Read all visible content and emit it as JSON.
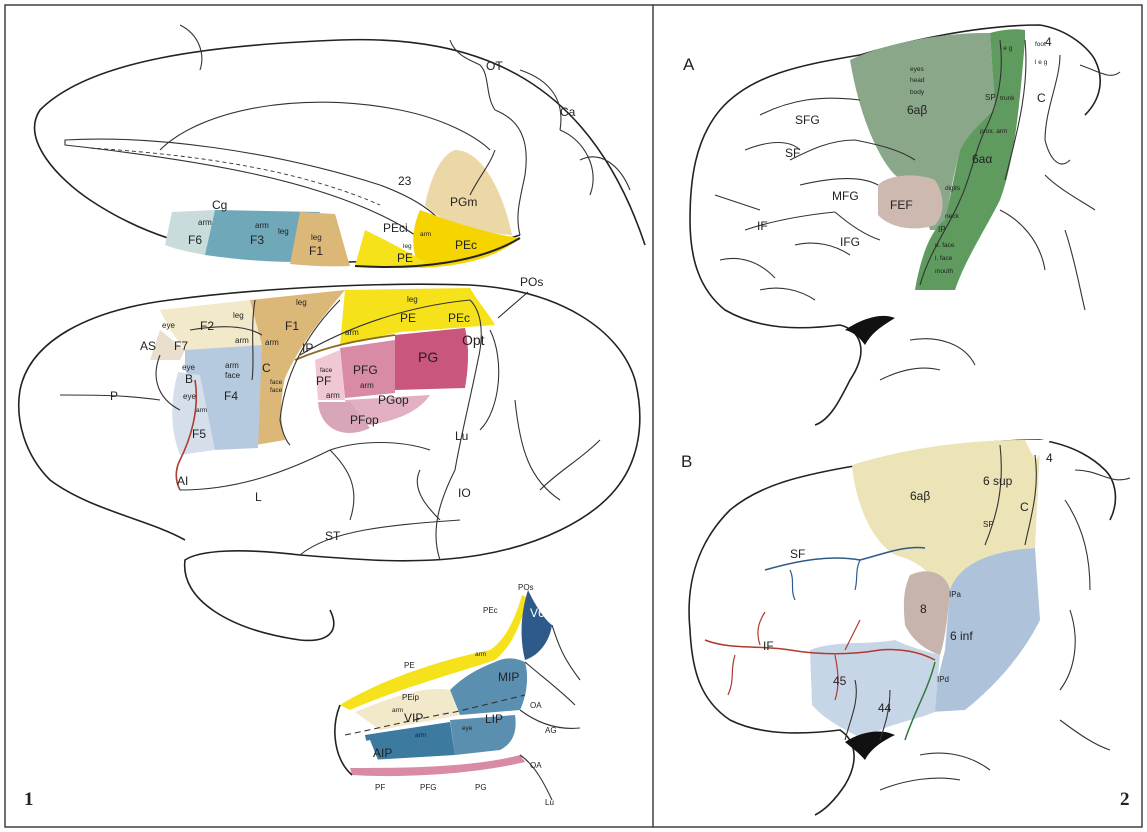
{
  "panels": {
    "left_number": "1",
    "right_number": "2",
    "right_a": "A",
    "right_b": "B"
  },
  "colors": {
    "premotor_dorsal": "#f1e9c9",
    "premotor_ventral": "#b5c9df",
    "motor": "#dcb878",
    "f3": "#6fa8b8",
    "f6": "#c9dcdc",
    "parietal_superior": "#f5e21a",
    "parietal_inferior": "#c9567c",
    "pgm": "#ecd7a7",
    "human_motor_green": "#5f9a5f",
    "human_premotor_grey_green": "#8aa789",
    "fef": "#cdb9b0",
    "area8": "#c7b5ad",
    "area_6sup": "#ece3b7",
    "area_6inf": "#aec3da",
    "area_45_44": "#c7d6e6",
    "vessel_red": "#b03a2e",
    "vessel_blue": "#2e5a8a",
    "vessel_green": "#2e7a3a"
  },
  "medial": {
    "labels": [
      "OT",
      "Ca",
      "23",
      "Cg",
      "PGm",
      "F6",
      "F3",
      "F1",
      "PEci",
      "PEc",
      "PE"
    ],
    "small": [
      "arm",
      "arm",
      "leg",
      "leg",
      "arm",
      "leg"
    ]
  },
  "lateral": {
    "labels": [
      "POs",
      "AS",
      "F7",
      "F2",
      "F1",
      "C",
      "IP",
      "PE",
      "PEc",
      "PG",
      "Opt",
      "PFG",
      "PF",
      "PGop",
      "PFop",
      "F4",
      "F5",
      "P",
      "AI",
      "Lu",
      "L",
      "IO",
      "ST"
    ],
    "small": [
      "leg",
      "leg",
      "arm",
      "eye",
      "arm",
      "arm",
      "face",
      "eye",
      "B",
      "eye",
      "arm",
      "arm",
      "leg",
      "face",
      "face",
      "arm",
      "arm",
      "face"
    ]
  },
  "inset": {
    "labels": [
      "POs",
      "PEc",
      "V6A",
      "PE",
      "MIP",
      "PEip",
      "OA",
      "AG",
      "VIP",
      "LIP",
      "AIP",
      "OA",
      "PF",
      "PFG",
      "PG",
      "Lu"
    ],
    "small": [
      "arm",
      "arm",
      "eye",
      "arm"
    ]
  },
  "human_a": {
    "labels": [
      "SFG",
      "SF",
      "MFG",
      "FEF",
      "IF",
      "IFG",
      "SP",
      "IP",
      "C",
      "4",
      "6aβ",
      "6aα"
    ],
    "small": [
      "eyes",
      "head",
      "body",
      "foot",
      "l e g",
      "l e g",
      "trunk",
      "prox. arm",
      "digits",
      "neck",
      "u. face",
      "l. face",
      "mouth"
    ]
  },
  "human_b": {
    "labels": [
      "4",
      "6aβ",
      "6 sup",
      "SP",
      "C",
      "SF",
      "IF",
      "8",
      "IPa",
      "6 inf",
      "IPd",
      "45",
      "44"
    ]
  }
}
